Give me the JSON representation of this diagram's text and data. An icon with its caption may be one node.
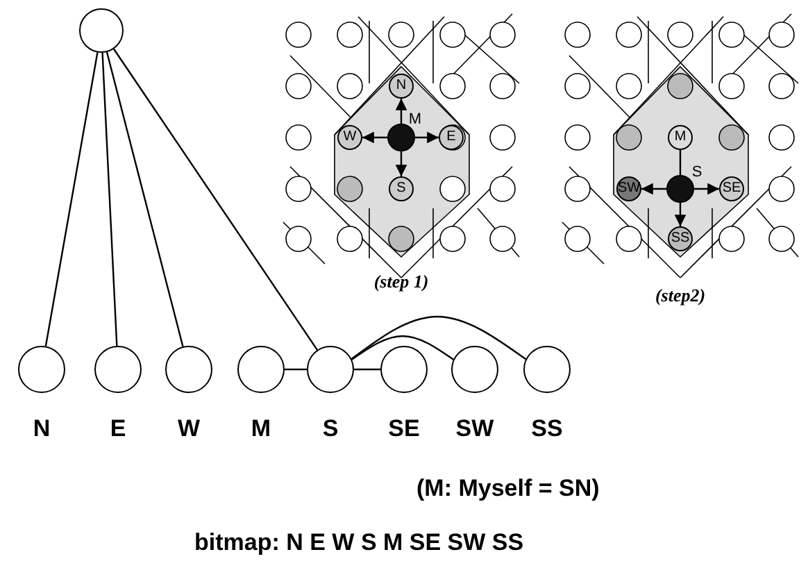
{
  "diagram": {
    "nodes": [
      {
        "text": [],
        "shape": "circle"
      },
      {
        "text": [],
        "shape": "circle",
        "beside": [
          "N"
        ]
      },
      {
        "text": [],
        "shape": "circle",
        "beside": [
          "E"
        ]
      },
      {
        "text": [],
        "shape": "circle",
        "beside": [
          "W"
        ]
      },
      {
        "text": [],
        "shape": "circle",
        "beside": [
          "M"
        ]
      },
      {
        "text": [],
        "shape": "circle",
        "beside": [
          "S"
        ]
      },
      {
        "text": [],
        "shape": "circle",
        "beside": [
          "SE"
        ]
      },
      {
        "text": [],
        "shape": "circle",
        "beside": [
          "SW"
        ]
      },
      {
        "text": [],
        "shape": "circle",
        "beside": [
          "SS"
        ]
      },
      {
        "text": [],
        "shape": "circle",
        "beside": [
          "M"
        ]
      },
      {
        "text": [
          "N"
        ]
      },
      {
        "text": [
          "W"
        ]
      },
      {
        "text": [
          "E"
        ]
      },
      {
        "text": [
          "S"
        ]
      },
      {
        "text": [],
        "shape": "circle",
        "beside": [
          "S"
        ]
      },
      {
        "text": [
          "M"
        ]
      },
      {
        "text": [
          "SW"
        ]
      },
      {
        "text": [
          "SE"
        ]
      },
      {
        "text": [
          "SS"
        ]
      }
    ],
    "edges": [
      {
        "from": 0,
        "to": 1,
        "arrow": "none"
      },
      {
        "from": 0,
        "to": 2,
        "arrow": "none"
      },
      {
        "from": 0,
        "to": 3,
        "arrow": "none"
      },
      {
        "from": 0,
        "to": 5,
        "arrow": "none"
      },
      {
        "from": 4,
        "to": 5,
        "arrow": "none"
      },
      {
        "from": 5,
        "to": 6,
        "arrow": "none"
      },
      {
        "from": 5,
        "to": 7,
        "arrow": "none"
      },
      {
        "from": 5,
        "to": 8,
        "arrow": "none"
      },
      {
        "from": 9,
        "to": 10,
        "arrow": "to"
      },
      {
        "from": 9,
        "to": 11,
        "arrow": "to"
      },
      {
        "from": 9,
        "to": 12,
        "arrow": "to"
      },
      {
        "from": 9,
        "to": 13,
        "arrow": "to"
      },
      {
        "from": 14,
        "to": 15,
        "arrow": "none"
      },
      {
        "from": 14,
        "to": 16,
        "arrow": "to"
      },
      {
        "from": 14,
        "to": 17,
        "arrow": "to"
      },
      {
        "from": 14,
        "to": 18,
        "arrow": "to"
      }
    ],
    "labels": [
      "(step 1)",
      "(step2)",
      "(M: Myself = SN)",
      "bitmap: N E W S M SE SW SS"
    ]
  }
}
